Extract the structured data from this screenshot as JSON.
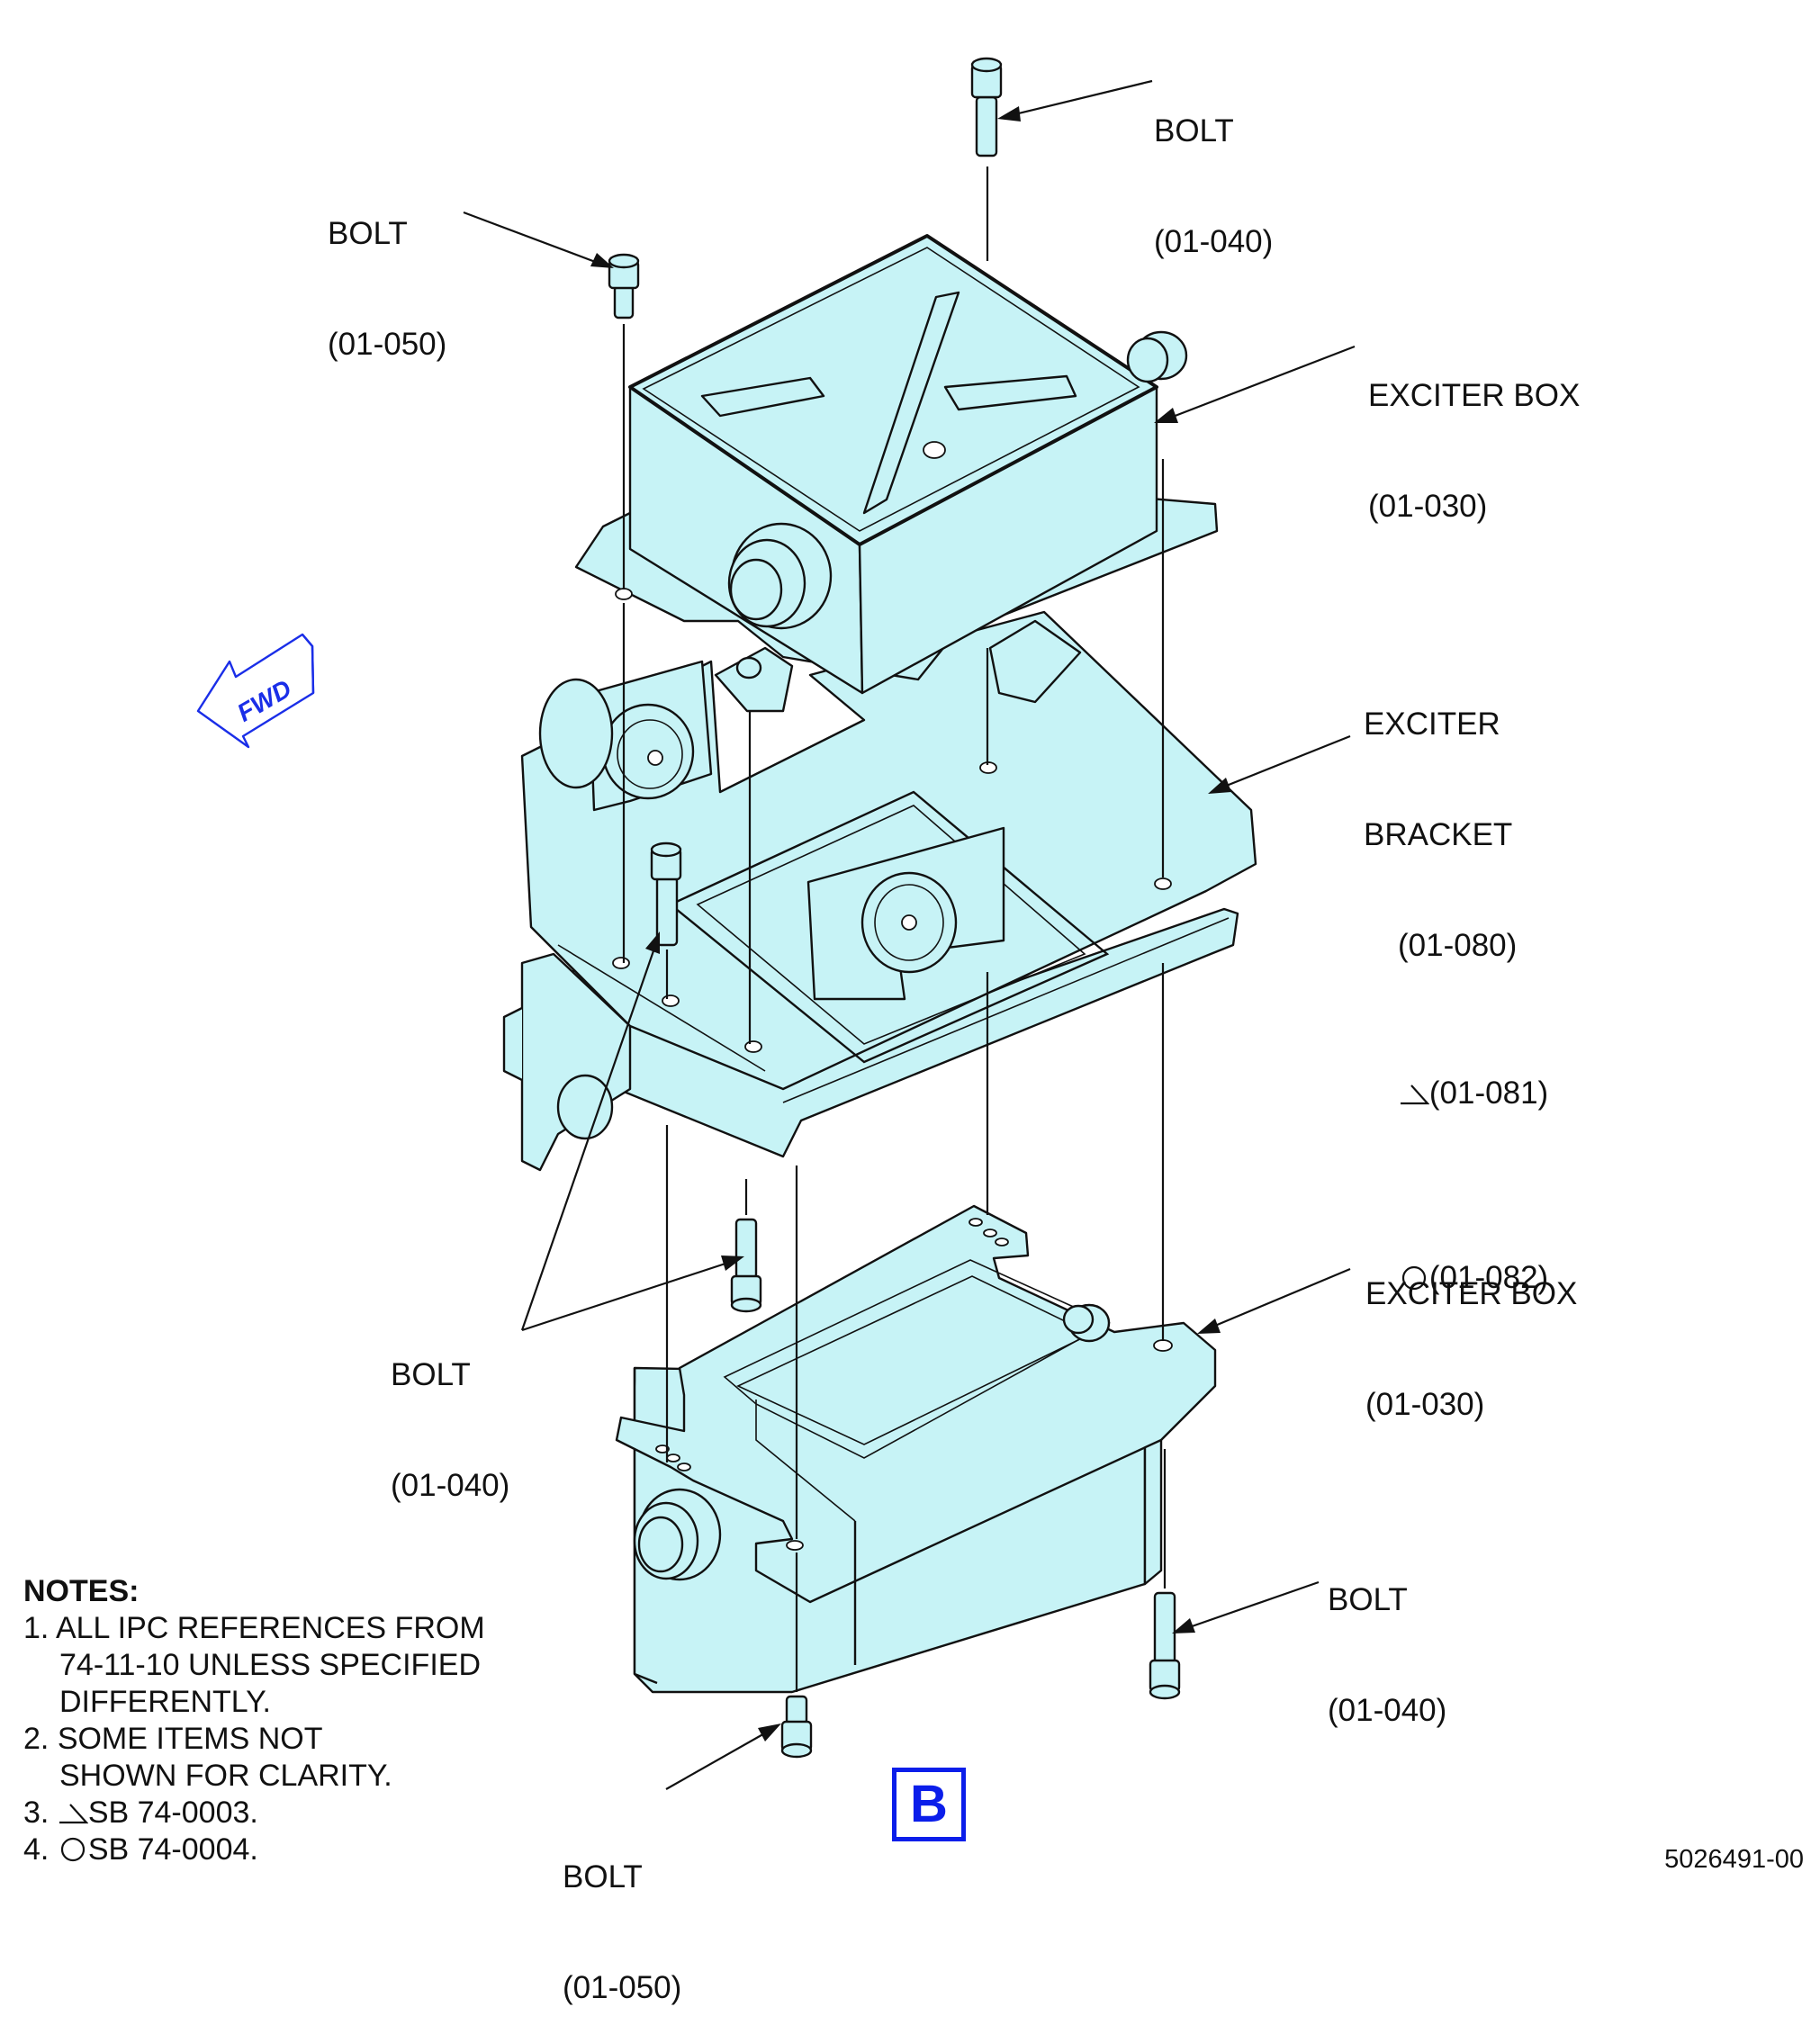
{
  "callouts": {
    "bolt_top_right": {
      "name": "BOLT",
      "ref": "(01-040)"
    },
    "bolt_top_left": {
      "name": "BOLT",
      "ref": "(01-050)"
    },
    "exciter_box_upper": {
      "name": "EXCITER BOX",
      "ref": "(01-030)"
    },
    "exciter_bracket": {
      "name_line1": "EXCITER",
      "name_line2": "BRACKET",
      "ref1": "(01-080)",
      "ref2": "(01-081)",
      "ref3": "(01-082)",
      "ref2_symbol": "triangle-flag-icon",
      "ref3_symbol": "circle-icon"
    },
    "bolt_middle": {
      "name": "BOLT",
      "ref": "(01-040)"
    },
    "exciter_box_lower": {
      "name": "EXCITER BOX",
      "ref": "(01-030)"
    },
    "bolt_bottom_right": {
      "name": "BOLT",
      "ref": "(01-040)"
    },
    "bolt_bottom_left": {
      "name": "BOLT",
      "ref": "(01-050)"
    }
  },
  "fwd_arrow": {
    "label": "FWD",
    "color": "#1a2ee8"
  },
  "notes": {
    "title": "NOTES:",
    "items": [
      {
        "num": "1.",
        "line1": "ALL IPC REFERENCES FROM",
        "line2": "74-11-10 UNLESS SPECIFIED",
        "line3": "DIFFERENTLY."
      },
      {
        "num": "2.",
        "line1": "SOME ITEMS NOT",
        "line2": "SHOWN FOR CLARITY."
      },
      {
        "num": "3.",
        "symbol": "triangle-flag-icon",
        "text": "SB 74-0003."
      },
      {
        "num": "4.",
        "symbol": "circle-icon",
        "text": "SB 74-0004."
      }
    ]
  },
  "view_label": {
    "text": "B",
    "color": "#0b1eea"
  },
  "drawing_number": "5026491-00",
  "colors": {
    "part_fill": "#c7f3f6",
    "outline": "#111111"
  }
}
